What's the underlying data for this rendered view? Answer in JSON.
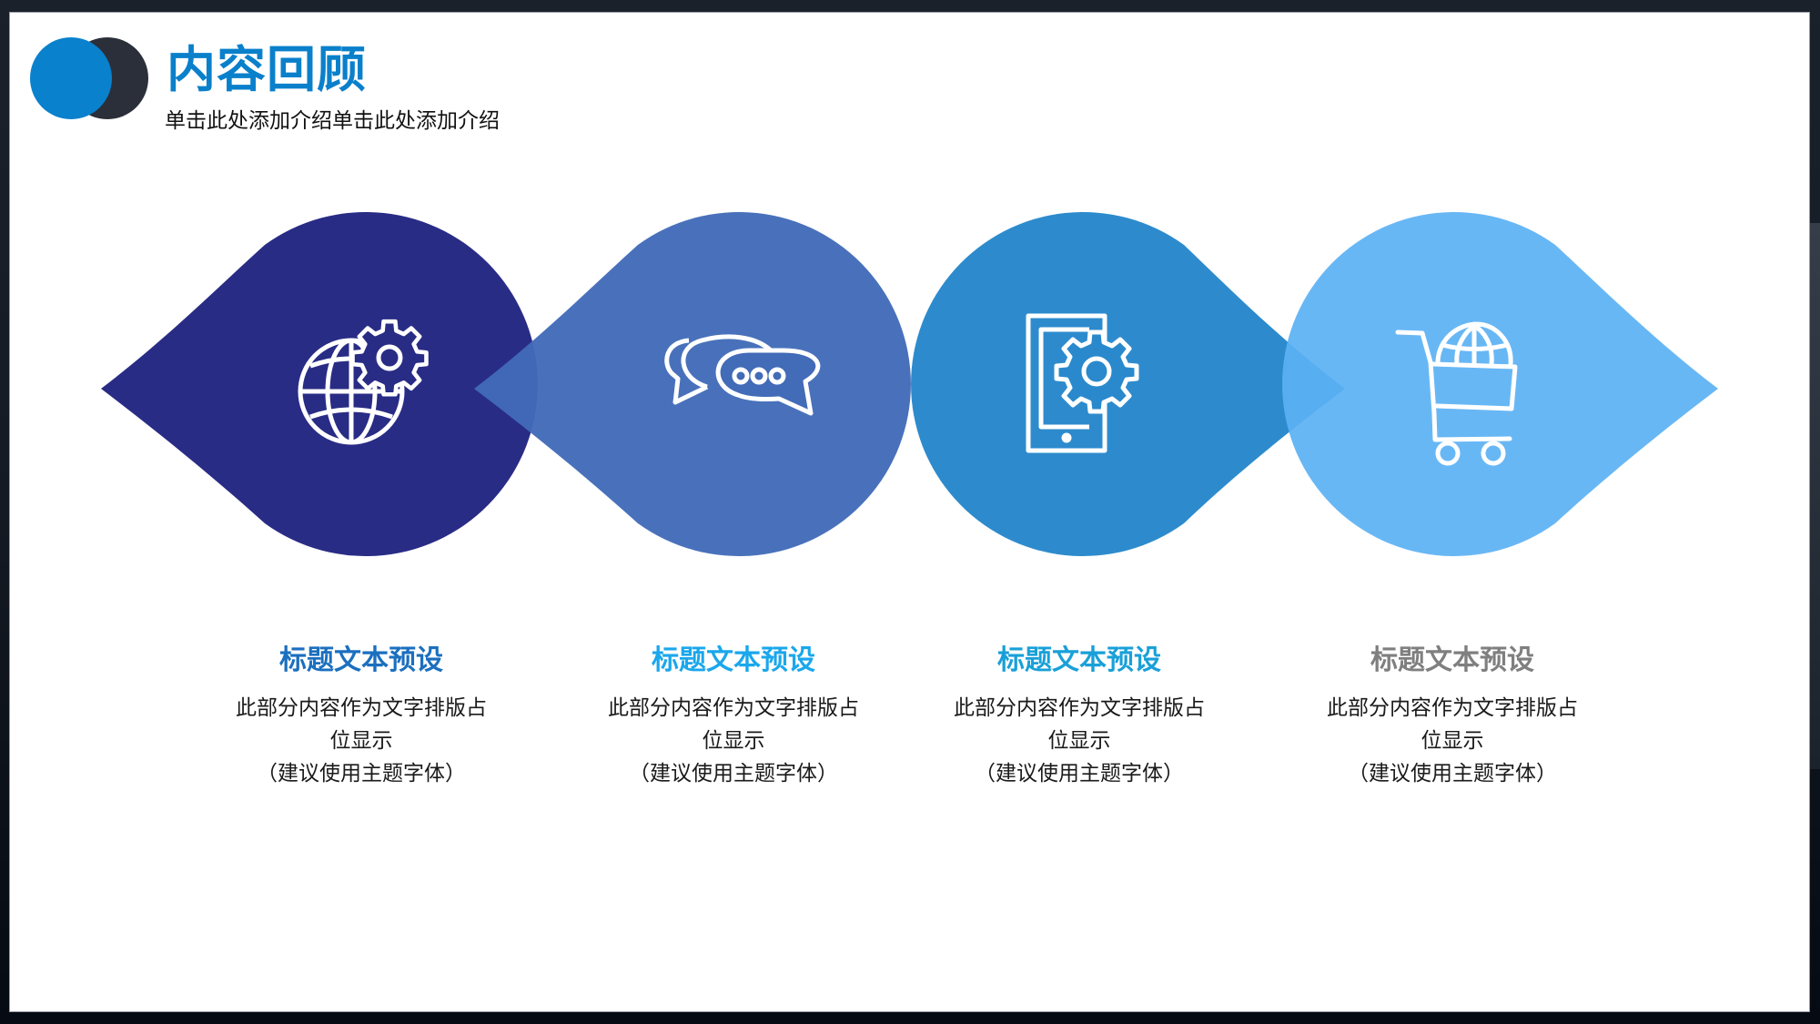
{
  "header": {
    "title": "内容回顾",
    "subtitle": "单击此处添加介绍单击此处添加介绍",
    "logo_colors": {
      "front": "#0981CD",
      "back": "#2A2F3A"
    }
  },
  "steps": [
    {
      "icon": "globe-gear-icon",
      "shape_color": "#292C85",
      "title": "标题文本预设",
      "title_color": "#1B6FBF",
      "body_line1": "此部分内容作为文字排版占",
      "body_line2": "位显示",
      "body_line3": "（建议使用主题字体）"
    },
    {
      "icon": "chat-bubbles-icon",
      "shape_color": "#426BB8",
      "title": "标题文本预设",
      "title_color": "#1AA7EC",
      "body_line1": "此部分内容作为文字排版占",
      "body_line2": "位显示",
      "body_line3": "（建议使用主题字体）"
    },
    {
      "icon": "mobile-settings-icon",
      "shape_color": "#2989CC",
      "title": "标题文本预设",
      "title_color": "#19A0D8",
      "body_line1": "此部分内容作为文字排版占",
      "body_line2": "位显示",
      "body_line3": "（建议使用主题字体）"
    },
    {
      "icon": "shopping-cart-globe-icon",
      "shape_color": "#63B5F4",
      "title": "标题文本预设",
      "title_color": "#7F7F7F",
      "body_line1": "此部分内容作为文字排版占",
      "body_line2": "位显示",
      "body_line3": "（建议使用主题字体）"
    }
  ]
}
